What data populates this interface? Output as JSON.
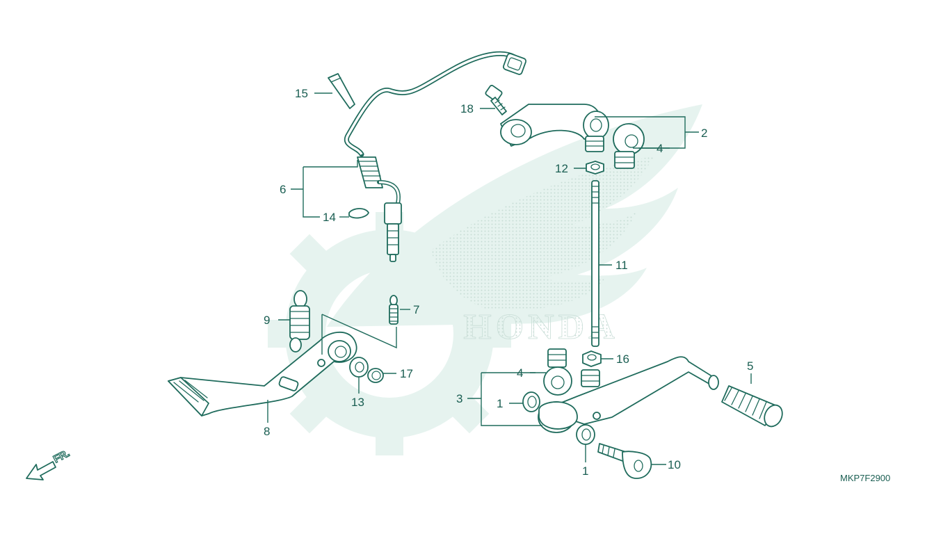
{
  "diagram": {
    "code": "MKP7F2900",
    "direction_label": "FR.",
    "watermark_text": "HONDA",
    "callouts": [
      {
        "id": "c1a",
        "label": "1"
      },
      {
        "id": "c1b",
        "label": "1"
      },
      {
        "id": "c2",
        "label": "2"
      },
      {
        "id": "c3",
        "label": "3"
      },
      {
        "id": "c4a",
        "label": "4"
      },
      {
        "id": "c4b",
        "label": "4"
      },
      {
        "id": "c5",
        "label": "5"
      },
      {
        "id": "c6",
        "label": "6"
      },
      {
        "id": "c7",
        "label": "7"
      },
      {
        "id": "c8",
        "label": "8"
      },
      {
        "id": "c9",
        "label": "9"
      },
      {
        "id": "c10",
        "label": "10"
      },
      {
        "id": "c11",
        "label": "11"
      },
      {
        "id": "c12",
        "label": "12"
      },
      {
        "id": "c13",
        "label": "13"
      },
      {
        "id": "c14",
        "label": "14"
      },
      {
        "id": "c15",
        "label": "15"
      },
      {
        "id": "c16",
        "label": "16"
      },
      {
        "id": "c17",
        "label": "17"
      },
      {
        "id": "c18",
        "label": "18"
      }
    ],
    "colors": {
      "line": "#1f6b5c",
      "watermark": "#e6f3ef"
    }
  }
}
